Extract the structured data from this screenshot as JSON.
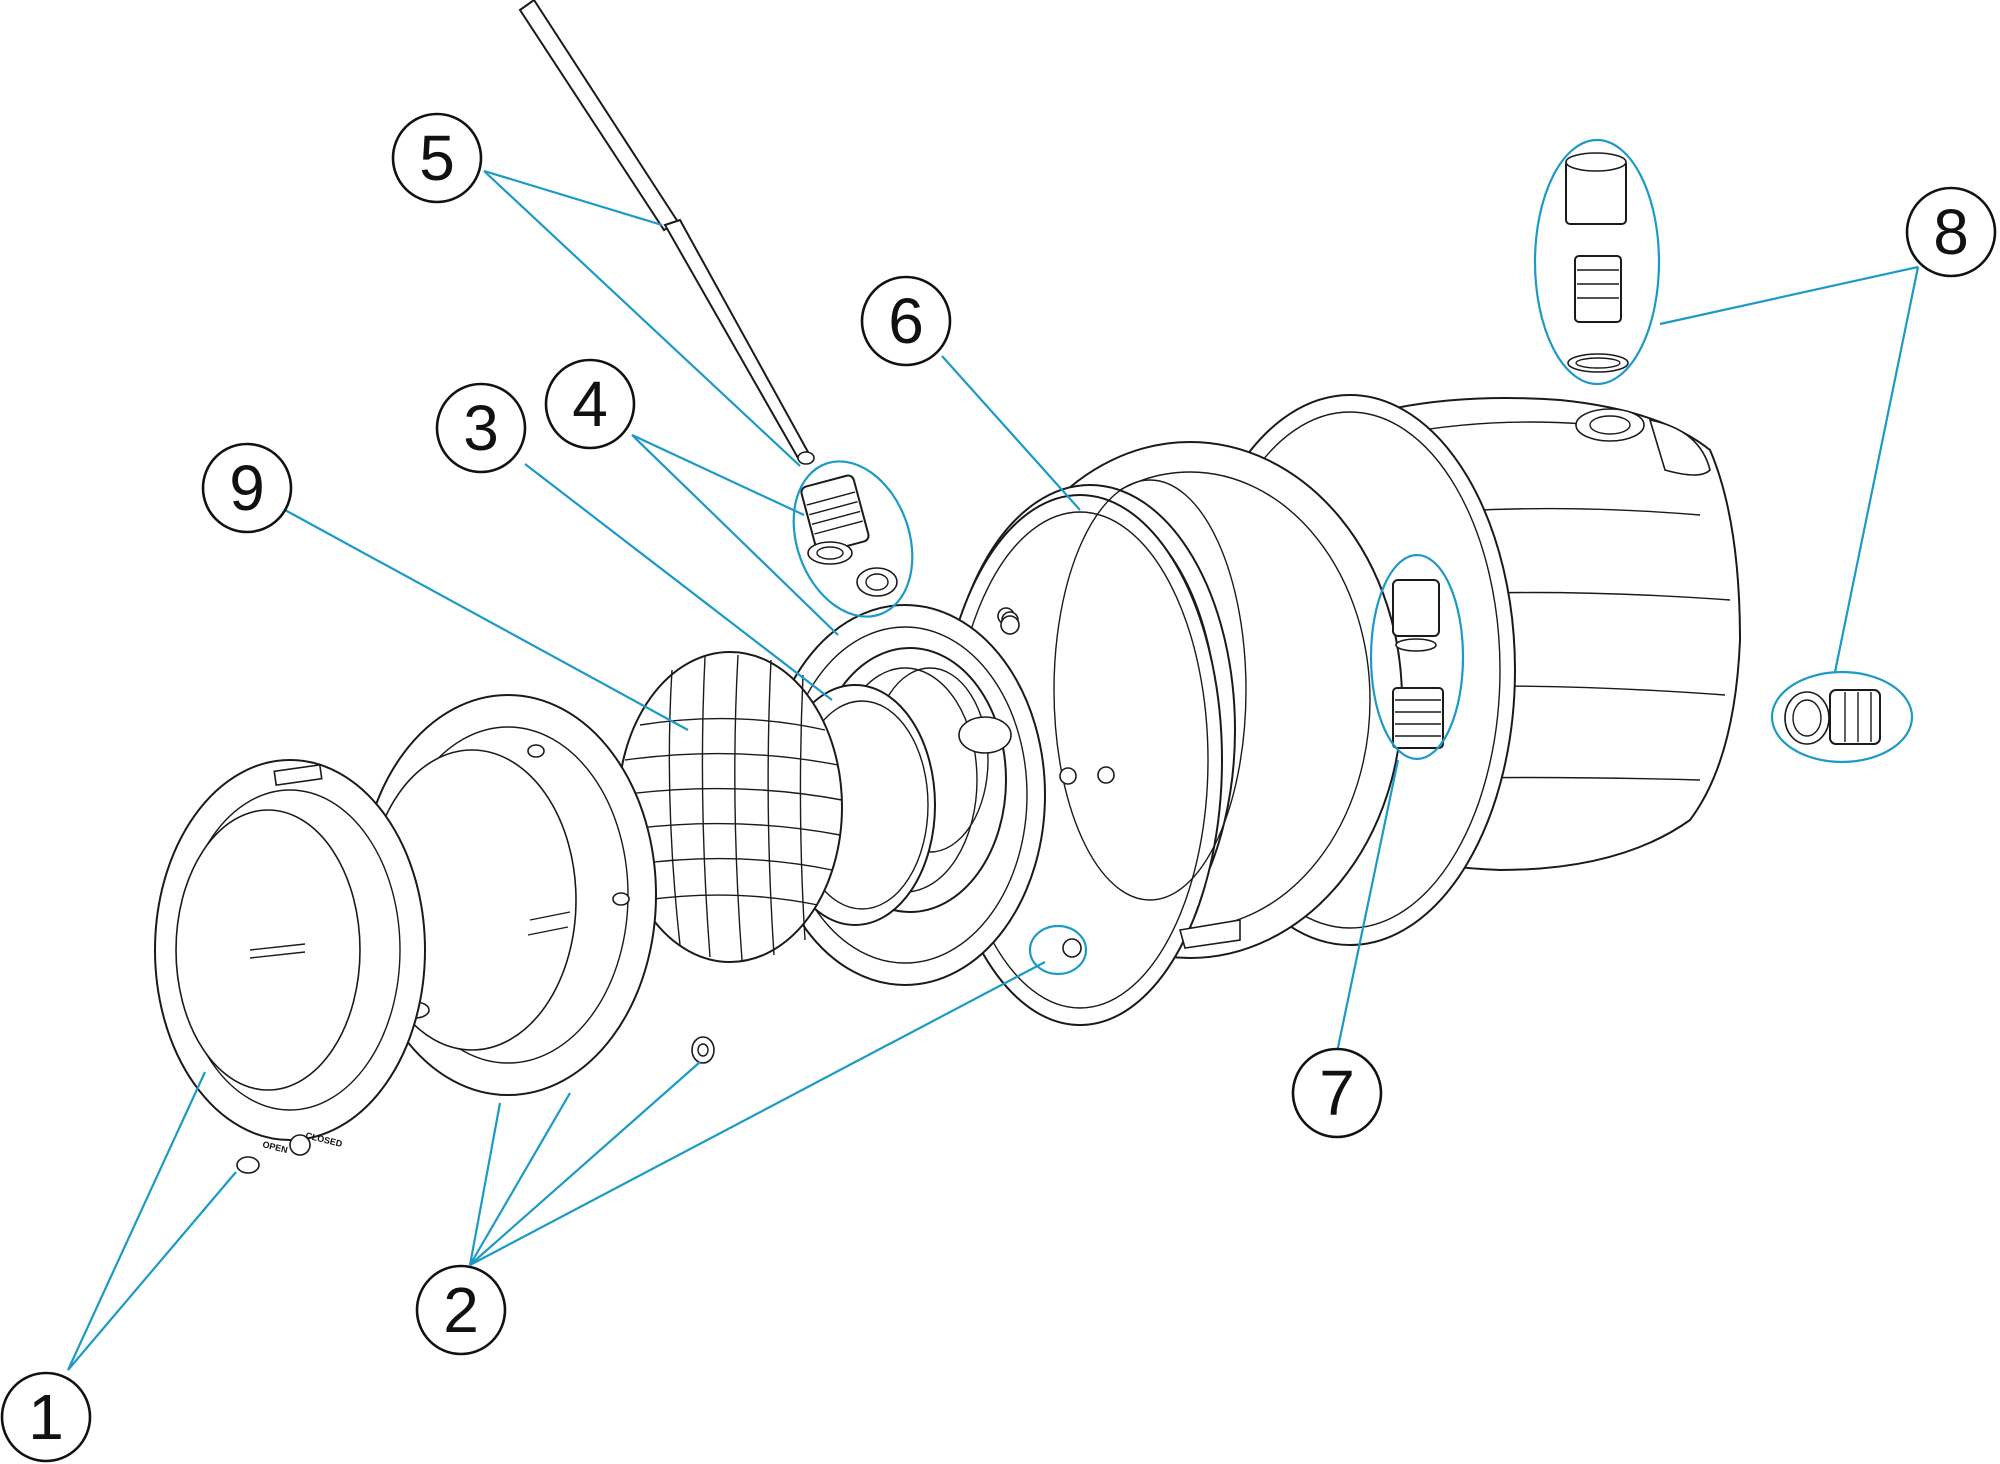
{
  "callouts": {
    "c1": "1",
    "c2": "2",
    "c3": "3",
    "c4": "4",
    "c5": "5",
    "c6": "6",
    "c7": "7",
    "c8": "8",
    "c9": "9"
  },
  "front_ring": {
    "label_open": "OPEN",
    "label_closed": "CLOSED"
  },
  "colors": {
    "leader": "#1b9ac7",
    "line": "#1a1a1a",
    "background": "#ffffff"
  }
}
